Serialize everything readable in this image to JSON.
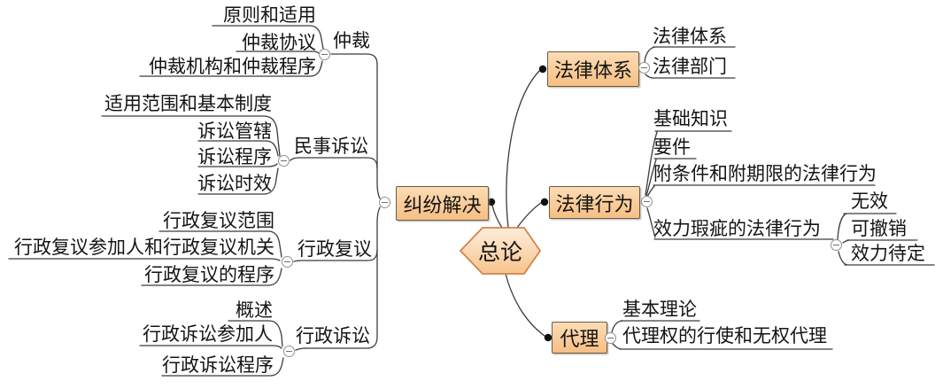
{
  "root": {
    "label": "总论"
  },
  "dispute": {
    "label": "纠纷解决",
    "branches": [
      {
        "label": "仲裁",
        "children": [
          "原则和适用",
          "仲裁协议",
          "仲裁机构和仲裁程序"
        ]
      },
      {
        "label": "民事诉讼",
        "children": [
          "适用范围和基本制度",
          "诉讼管辖",
          "诉讼程序",
          "诉讼时效"
        ]
      },
      {
        "label": "行政复议",
        "children": [
          "行政复议范围",
          "行政复议参加人和行政复议机关",
          "行政复议的程序"
        ]
      },
      {
        "label": "行政诉讼",
        "children": [
          "概述",
          "行政诉讼参加人",
          "行政诉讼程序"
        ]
      }
    ]
  },
  "legal_system": {
    "label": "法律体系",
    "children": [
      "法律体系",
      "法律部门"
    ]
  },
  "legal_act": {
    "label": "法律行为",
    "children": [
      "基础知识",
      "要件",
      "附条件和附期限的法律行为"
    ],
    "defect": {
      "label": "效力瑕疵的法律行为",
      "children": [
        "无效",
        "可撤销",
        "效力待定"
      ]
    }
  },
  "agency": {
    "label": "代理",
    "children": [
      "基本理论",
      "代理权的行使和无权代理"
    ]
  },
  "colors": {
    "node_fill_top": "#fcdcb4",
    "node_fill_bottom": "#f6bf84",
    "node_border": "#6b5a45",
    "root_border": "#d2834c",
    "line": "#3c3c3c",
    "text": "#141414"
  }
}
